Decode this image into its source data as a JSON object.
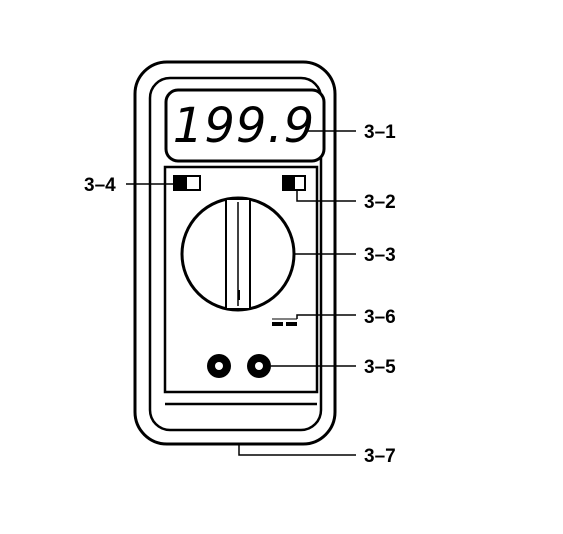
{
  "display": {
    "reading": "199.9"
  },
  "callouts": {
    "c1": "3–1",
    "c2": "3–2",
    "c3": "3–3",
    "c4": "3–4",
    "c5": "3–5",
    "c6": "3–6",
    "c7": "3–7"
  }
}
